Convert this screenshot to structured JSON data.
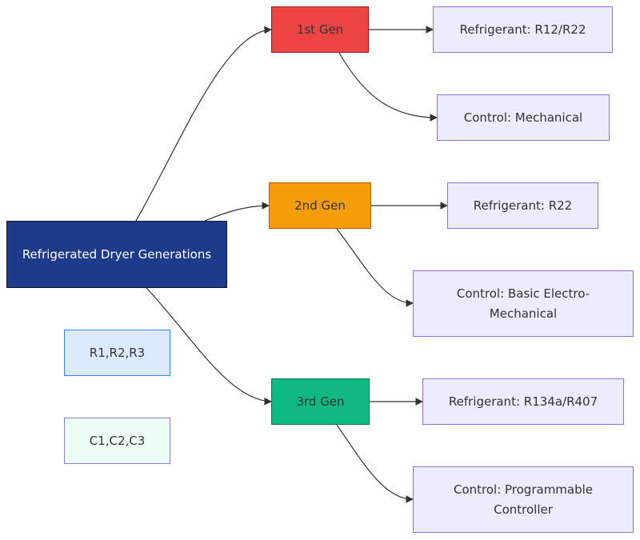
{
  "nodes": {
    "root": "Refrigerated Dryer Generations",
    "gen1": "1st Gen",
    "gen2": "2nd Gen",
    "gen3": "3rd Gen",
    "r1": "Refrigerant: R12/R22",
    "c1": "Control: Mechanical",
    "r2": "Refrigerant: R22",
    "c2": "Control: Basic Electro-Mechanical",
    "r3": "Refrigerant: R134a/R407",
    "c3": "Control: Programmable Controller",
    "class_r": "R1,R2,R3",
    "class_c": "C1,C2,C3"
  },
  "colors": {
    "root": "#1e3a8a",
    "gen1": "#ef4444",
    "gen2": "#f59e0b",
    "gen3": "#10b981",
    "leaf": "#ececff",
    "leaf_border": "#9370db",
    "edge": "#333333"
  },
  "edges": [
    [
      "root",
      "gen1"
    ],
    [
      "root",
      "gen2"
    ],
    [
      "root",
      "gen3"
    ],
    [
      "gen1",
      "r1"
    ],
    [
      "gen1",
      "c1"
    ],
    [
      "gen2",
      "r2"
    ],
    [
      "gen2",
      "c2"
    ],
    [
      "gen3",
      "r3"
    ],
    [
      "gen3",
      "c3"
    ]
  ]
}
